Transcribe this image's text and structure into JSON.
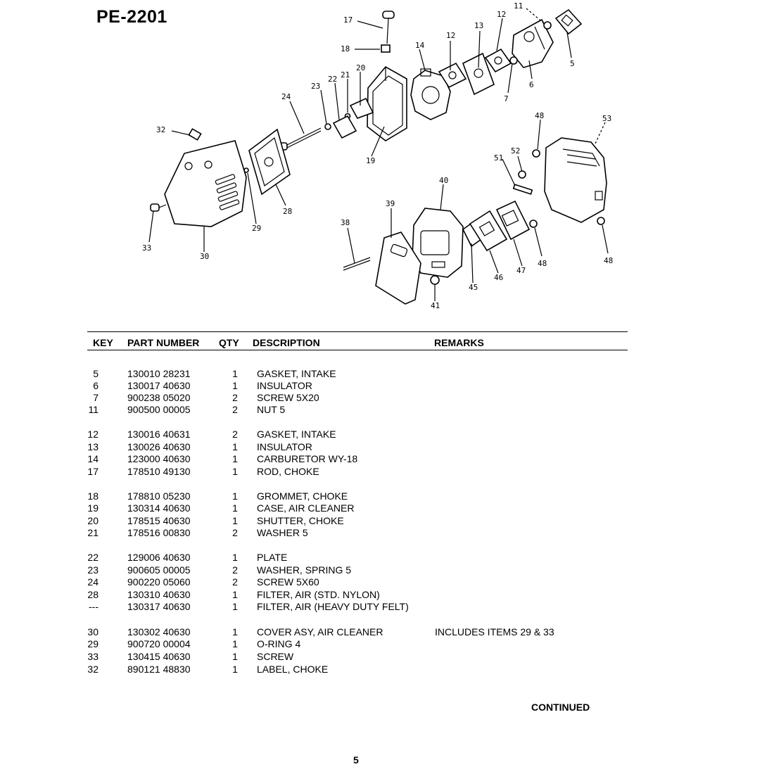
{
  "document": {
    "model": "PE-2201",
    "page_number": "5",
    "continued_label": "CONTINUED"
  },
  "diagram": {
    "callouts": [
      "17",
      "18",
      "20",
      "21",
      "22",
      "23",
      "24",
      "19",
      "14",
      "13",
      "12",
      "12",
      "11",
      "5",
      "6",
      "7",
      "32",
      "28",
      "29",
      "30",
      "33",
      "48",
      "53",
      "52",
      "51",
      "40",
      "39",
      "38",
      "45",
      "46",
      "47",
      "48",
      "48",
      "41"
    ]
  },
  "table": {
    "headers": {
      "key": "KEY",
      "part": "PART NUMBER",
      "qty": "QTY",
      "desc": "DESCRIPTION",
      "remarks": "REMARKS"
    },
    "rows": [
      {
        "key": "5",
        "part": "130010 28231",
        "qty": "1",
        "desc": "GASKET, INTAKE",
        "remarks": ""
      },
      {
        "key": "6",
        "part": "130017 40630",
        "qty": "1",
        "desc": "INSULATOR",
        "remarks": ""
      },
      {
        "key": "7",
        "part": "900238 05020",
        "qty": "2",
        "desc": "SCREW  5X20",
        "remarks": ""
      },
      {
        "key": "11",
        "part": "900500 00005",
        "qty": "2",
        "desc": "NUT  5",
        "remarks": ""
      },
      {
        "key": "12",
        "part": "130016 40631",
        "qty": "2",
        "desc": "GASKET, INTAKE",
        "remarks": ""
      },
      {
        "key": "13",
        "part": "130026 40630",
        "qty": "1",
        "desc": "INSULATOR",
        "remarks": ""
      },
      {
        "key": "14",
        "part": "123000 40630",
        "qty": "1",
        "desc": "CARBURETOR  WY-18",
        "remarks": ""
      },
      {
        "key": "17",
        "part": "178510 49130",
        "qty": "1",
        "desc": "ROD, CHOKE",
        "remarks": ""
      },
      {
        "key": "18",
        "part": "178810 05230",
        "qty": "1",
        "desc": "GROMMET, CHOKE",
        "remarks": ""
      },
      {
        "key": "19",
        "part": "130314 40630",
        "qty": "1",
        "desc": "CASE, AIR CLEANER",
        "remarks": ""
      },
      {
        "key": "20",
        "part": "178515 40630",
        "qty": "1",
        "desc": "SHUTTER, CHOKE",
        "remarks": ""
      },
      {
        "key": "21",
        "part": "178516 00830",
        "qty": "2",
        "desc": "WASHER  5",
        "remarks": ""
      },
      {
        "key": "22",
        "part": "129006 40630",
        "qty": "1",
        "desc": "PLATE",
        "remarks": ""
      },
      {
        "key": "23",
        "part": "900605 00005",
        "qty": "2",
        "desc": "WASHER, SPRING 5",
        "remarks": ""
      },
      {
        "key": "24",
        "part": "900220 05060",
        "qty": "2",
        "desc": "SCREW  5X60",
        "remarks": ""
      },
      {
        "key": "28",
        "part": "130310 40630",
        "qty": "1",
        "desc": "FILTER, AIR (STD. NYLON)",
        "remarks": ""
      },
      {
        "key": "---",
        "part": "130317 40630",
        "qty": "1",
        "desc": "FILTER, AIR (HEAVY DUTY FELT)",
        "remarks": ""
      },
      {
        "key": "30",
        "part": "130302 40630",
        "qty": "1",
        "desc": "COVER ASY, AIR CLEANER",
        "remarks": "INCLUDES ITEMS 29 & 33"
      },
      {
        "key": "29",
        "part": "900720 00004",
        "qty": "1",
        "desc": "O-RING  4",
        "remarks": ""
      },
      {
        "key": "33",
        "part": "130415 40630",
        "qty": "1",
        "desc": "SCREW",
        "remarks": ""
      },
      {
        "key": "32",
        "part": "890121 48830",
        "qty": "1",
        "desc": "LABEL, CHOKE",
        "remarks": ""
      }
    ]
  }
}
